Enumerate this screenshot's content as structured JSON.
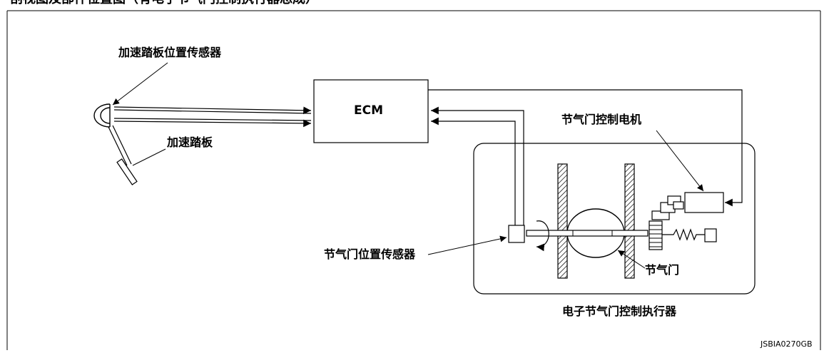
{
  "top_text": "剖视图及部件位置图（有电子节气门控制执行器总成）",
  "labels": {
    "ecm": "ECM",
    "accel_pedal_sensor": "加速踏板位置传感器",
    "accel_pedal": "加速踏板",
    "throttle_motor": "节气门控制电机",
    "throttle_position_sensor": "节气门位置传感器",
    "throttle_valve": "节气门",
    "actuator": "电子节气门控制执行器",
    "figure_code": "JSBIA0270GB"
  }
}
